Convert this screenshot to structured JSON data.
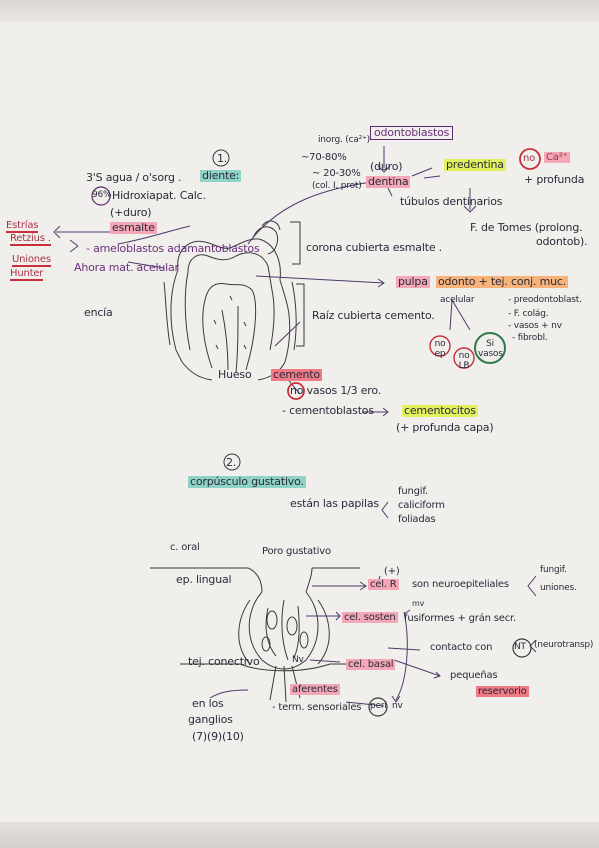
{
  "section1": {
    "number": "1.",
    "title": "diente:",
    "left": {
      "agua": "3'S agua / o'sorg .",
      "hidroxiapat": "Hidroxiapat. Calc.",
      "percent": "96%",
      "duro": "(+duro)",
      "esmalte": "esmalte",
      "estrias": "Estrías",
      "retzius": "Retzius .",
      "uniones": "Uniones",
      "hunter": "Hunter",
      "ameloblastos": "- ameloblastos adamantoblastos",
      "ahora": "Ahora mat. acelular",
      "encia": "encía"
    },
    "right": {
      "composition_1": "inorg. (ca²⁺)",
      "composition_2": "~70-80%",
      "composition_3": "~ 20-30%",
      "composition_4": "(col. I, prot)",
      "odontoblastos": "odontoblastos",
      "duro": "(duro)",
      "dentina": "dentina",
      "predentina": "predentina",
      "no": "no",
      "ca": "Ca²⁺",
      "profunda": "+ profunda",
      "tubulos": "túbulos dentinarios",
      "tomes": "F. de Tomes (prolong.",
      "odontob": "odontob).",
      "corona": "corona cubierta esmalte .",
      "pulpa": "pulpa",
      "tejido": "odonto + tej. conj. muc.",
      "acelular": "acelular",
      "pre": "- preodontoblast.",
      "fcolag": "- F. colág.",
      "vasos": "- vasos + nv",
      "fibrobl": "- fibrobl.",
      "raiz": "Raíz cubierta cemento.",
      "no_ep": "no ep",
      "no_lb": "no LB",
      "si_vasos": "Si vasos",
      "hueso": "Hueso",
      "cemento": "cemento",
      "no_vasos": "no vasos 1/3 ero.",
      "cementoblastos": "- cementoblastos",
      "cementocitos": "cementocitos",
      "profunda_capa": "(+ profunda capa)"
    }
  },
  "section2": {
    "number": "2.",
    "title": "corpúsculo gustativo.",
    "papilas": "están las papilas",
    "papila_1": "fungif.",
    "papila_2": "caliciform",
    "papila_3": "foliadas",
    "c_oral": "c. oral",
    "poro": "Poro gustativo",
    "ep_lingual": "ep. lingual",
    "plus": "(+)",
    "cel_r": "cel. R",
    "neuroep": "son neuroepiteliales",
    "fungif": "fungif.",
    "uniones": "uniones.",
    "cel_sosten": "cel. sosten",
    "mv": "mv",
    "fusiformes": "fusiformes + grán secr.",
    "contacto": "contacto con",
    "nt": "NT",
    "neurotrans": "(neurotransp)",
    "tej_conectivo": "tej. conectivo",
    "nv_short": "Nv",
    "cel_basal": "cel. basal",
    "pequenas": "pequeñas",
    "reservorio": "reservorio",
    "aferentes": "aferentes",
    "term": "- term. sensoriales",
    "peri": "peri",
    "nv": "nv",
    "en_los": "en los",
    "ganglios": "ganglios",
    "nums": "(7)(9)(10)"
  }
}
